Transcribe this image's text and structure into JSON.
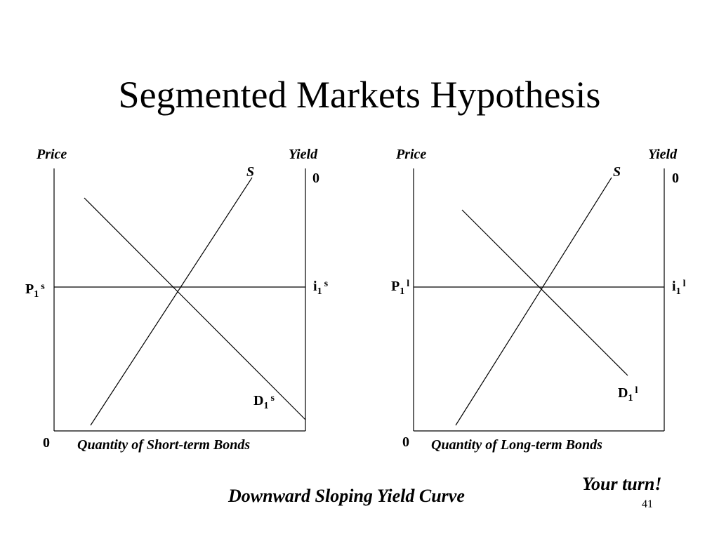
{
  "slide": {
    "title": "Segmented Markets Hypothesis",
    "caption": "Downward Sloping Yield Curve",
    "your_turn": "Your turn!",
    "page_number": "41"
  },
  "left_panel": {
    "price_label": "Price",
    "yield_label": "Yield",
    "supply_label": "S",
    "yield_zero": "0",
    "origin": "0",
    "x_label": "Quantity of Short-term Bonds",
    "price": {
      "base": "P",
      "sub": "1",
      "sup": "s"
    },
    "rate": {
      "base": "i",
      "sub": "1",
      "sup": "s"
    },
    "demand": {
      "base": "D",
      "sub": "1",
      "sup": "s"
    }
  },
  "right_panel": {
    "price_label": "Price",
    "yield_label": "Yield",
    "supply_label": "S",
    "yield_zero": "0",
    "origin": "0",
    "x_label": "Quantity of Long-term Bonds",
    "price": {
      "base": "P",
      "sub": "1",
      "sup": "l"
    },
    "rate": {
      "base": "i",
      "sub": "1",
      "sup": "l"
    },
    "demand": {
      "base": "D",
      "sub": "1",
      "sup": "l"
    }
  }
}
